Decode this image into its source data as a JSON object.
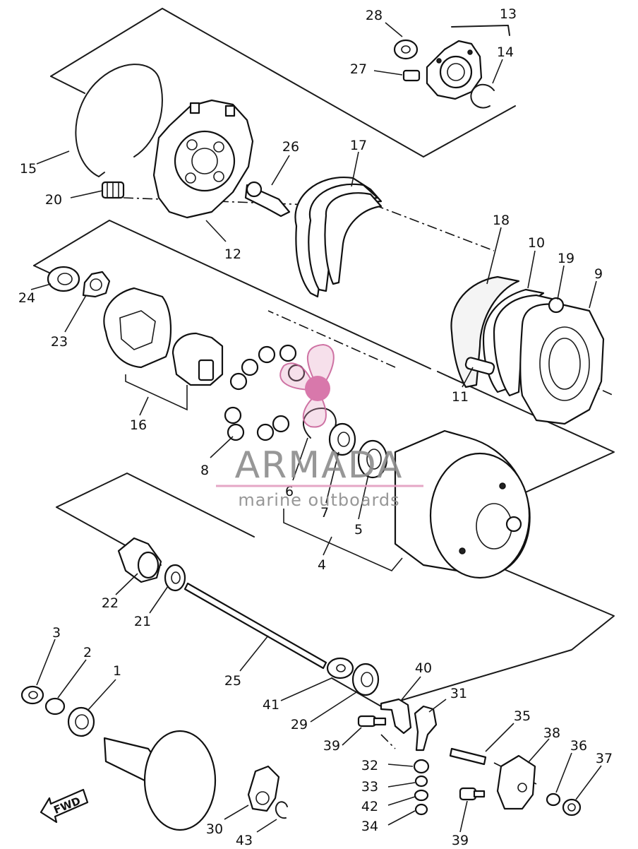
{
  "watermark": {
    "brand": "ARMADA",
    "tagline": "marine outboards",
    "logo_icon": "propeller-icon",
    "color": "#e39ec0"
  },
  "direction_arrow": {
    "label": "FWD",
    "icon": "arrow-left-icon"
  },
  "callouts": [
    {
      "id": "c1",
      "text": "1"
    },
    {
      "id": "c2",
      "text": "2"
    },
    {
      "id": "c3",
      "text": "3"
    },
    {
      "id": "c4",
      "text": "4"
    },
    {
      "id": "c5",
      "text": "5"
    },
    {
      "id": "c6",
      "text": "6"
    },
    {
      "id": "c7",
      "text": "7"
    },
    {
      "id": "c8",
      "text": "8"
    },
    {
      "id": "c9",
      "text": "9"
    },
    {
      "id": "c10",
      "text": "10"
    },
    {
      "id": "c11",
      "text": "11"
    },
    {
      "id": "c12",
      "text": "12"
    },
    {
      "id": "c13",
      "text": "13"
    },
    {
      "id": "c14",
      "text": "14"
    },
    {
      "id": "c15",
      "text": "15"
    },
    {
      "id": "c16",
      "text": "16"
    },
    {
      "id": "c17",
      "text": "17"
    },
    {
      "id": "c18",
      "text": "18"
    },
    {
      "id": "c19",
      "text": "19"
    },
    {
      "id": "c20",
      "text": "20"
    },
    {
      "id": "c21",
      "text": "21"
    },
    {
      "id": "c22",
      "text": "22"
    },
    {
      "id": "c23",
      "text": "23"
    },
    {
      "id": "c24",
      "text": "24"
    },
    {
      "id": "c25",
      "text": "25"
    },
    {
      "id": "c26",
      "text": "26"
    },
    {
      "id": "c27",
      "text": "27"
    },
    {
      "id": "c28",
      "text": "28"
    },
    {
      "id": "c29",
      "text": "29"
    },
    {
      "id": "c30",
      "text": "30"
    },
    {
      "id": "c31",
      "text": "31"
    },
    {
      "id": "c32",
      "text": "32"
    },
    {
      "id": "c33",
      "text": "33"
    },
    {
      "id": "c34",
      "text": "34"
    },
    {
      "id": "c35",
      "text": "35"
    },
    {
      "id": "c36",
      "text": "36"
    },
    {
      "id": "c37",
      "text": "37"
    },
    {
      "id": "c38",
      "text": "38"
    },
    {
      "id": "c39a",
      "text": "39"
    },
    {
      "id": "c39b",
      "text": "39"
    },
    {
      "id": "c40",
      "text": "40"
    },
    {
      "id": "c41",
      "text": "41"
    },
    {
      "id": "c42",
      "text": "42"
    },
    {
      "id": "c43",
      "text": "43"
    }
  ]
}
